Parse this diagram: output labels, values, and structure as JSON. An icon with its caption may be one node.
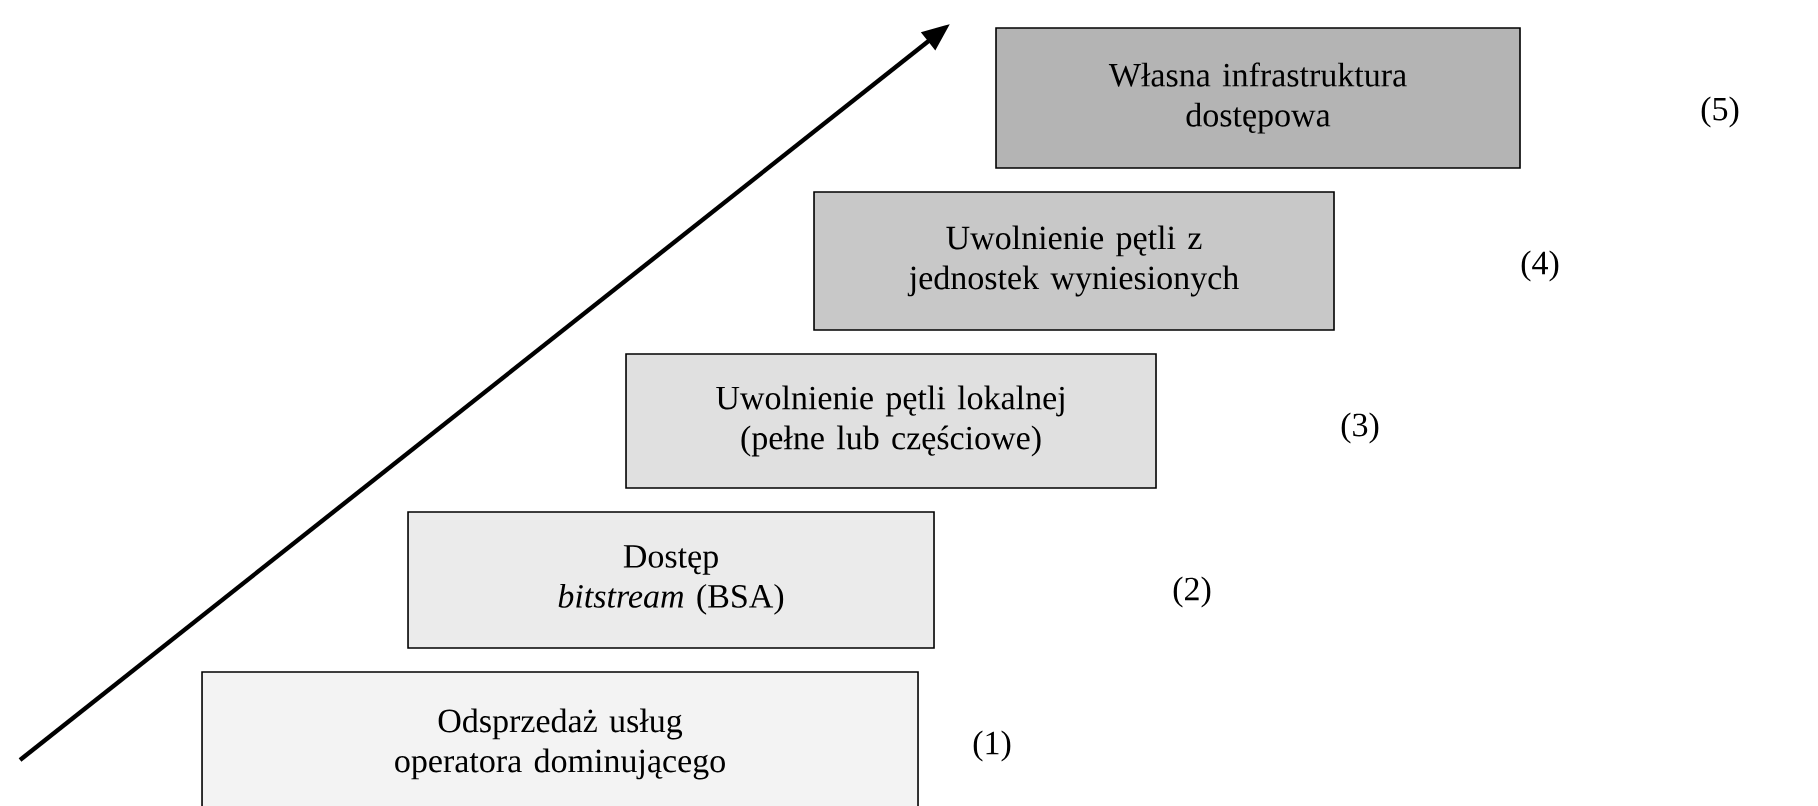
{
  "diagram": {
    "nodes": [
      {
        "text": [
          "Własna infrastruktura dostępowa"
        ]
      },
      {
        "text": [
          "Uwolnienie pętli z jednostek wyniesionych"
        ]
      },
      {
        "text": [
          "Uwolnienie pętli lokalnej (pełne lub częściowe)"
        ]
      },
      {
        "text": [
          "Dostęp *bitstream* (BSA)"
        ]
      },
      {
        "text": [
          "Odsprzedaż usług operatora dominującego"
        ]
      }
    ],
    "edges": [],
    "labels": [
      "(5)",
      "(4)",
      "(3)",
      "(2)",
      "(1)"
    ]
  }
}
